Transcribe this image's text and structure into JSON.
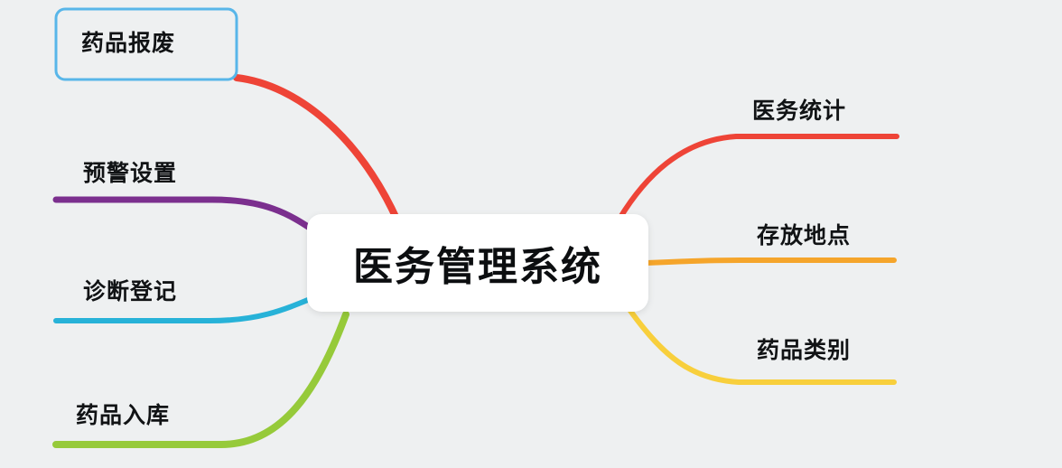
{
  "canvas": {
    "background_color": "#eef0f1"
  },
  "central": {
    "label": "医务管理系统",
    "fill_color": "#ffffff"
  },
  "left_branches": [
    {
      "label": "药品报废",
      "color": "#ee4437",
      "selected": true,
      "selection_border": "#58b6e9"
    },
    {
      "label": "预警设置",
      "color": "#7b2f8e",
      "selected": false
    },
    {
      "label": "诊断登记",
      "color": "#27b2d8",
      "selected": false
    },
    {
      "label": "药品入库",
      "color": "#96ca3a",
      "selected": false
    }
  ],
  "right_branches": [
    {
      "label": "医务统计",
      "color": "#ee4437"
    },
    {
      "label": "存放地点",
      "color": "#f5a52b"
    },
    {
      "label": "药品类别",
      "color": "#f8cf3c"
    }
  ]
}
